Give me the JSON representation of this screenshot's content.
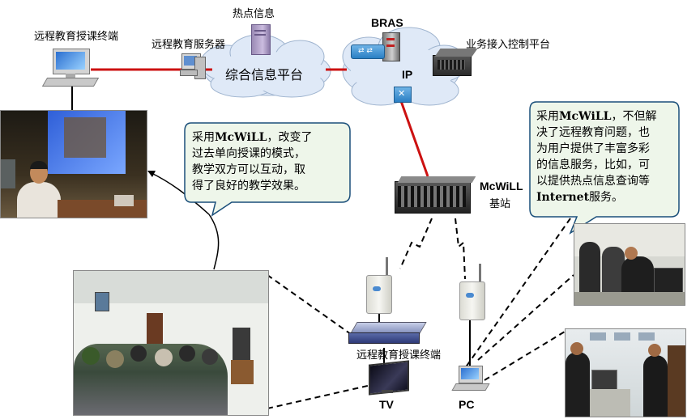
{
  "labels": {
    "teacher_terminal": "远程教育授课终端",
    "edu_server": "远程教育服务器",
    "hot_info": "热点信息",
    "info_platform": "综合信息平台",
    "bras": "BRAS",
    "ip": "IP",
    "access_control": "业务接入控制平台",
    "mcwill": "McWiLL",
    "base_station": "基站",
    "student_terminal": "远程教育授课终端",
    "tv": "TV",
    "pc": "PC"
  },
  "bubble_left": {
    "line1_prefix": "采用",
    "line1_brand": "McWiLL",
    "line1_suffix": "，改变了",
    "line2": "过去单向授课的模式，",
    "line3": "教学双方可以互动，取",
    "line4": "得了良好的教学效果。"
  },
  "bubble_right": {
    "line1_prefix": "采用",
    "line1_brand": "McWiLL",
    "line1_suffix": "，不但解",
    "line2": "决了远程教育问题，也",
    "line3": "为用户提供了丰富多彩",
    "line4": "的信息服务，比如，可",
    "line5": "以提供热点信息查询等",
    "line6_brand": "Internet",
    "line6_suffix": "服务。"
  },
  "colors": {
    "link_red": "#cc1111",
    "bubble_border": "#1a4f7a",
    "bubble_fill": "#eef6ea",
    "cloud_fill": "#dfe9f7"
  }
}
